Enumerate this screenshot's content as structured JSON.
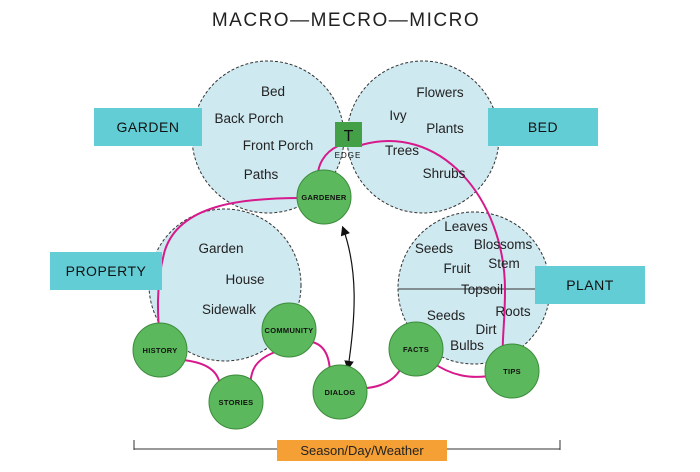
{
  "title": "MACRO—MECRO—MICRO",
  "colors": {
    "bubble_fill": "#cfe9f1",
    "label_box": "#63cdd6",
    "node_fill": "#5cb85c",
    "node_stroke": "#3c8c3c",
    "link": "#d61a8c",
    "edge_box": "#43a047",
    "bottom_box": "#f5a034"
  },
  "bubbles": {
    "garden": {
      "label": "GARDEN",
      "words": [
        "Bed",
        "Back Porch",
        "Front Porch",
        "Paths"
      ]
    },
    "bed": {
      "label": "BED",
      "words": [
        "Flowers",
        "Ivy",
        "Plants",
        "Trees",
        "Shrubs"
      ]
    },
    "property": {
      "label": "PROPERTY",
      "words": [
        "Garden",
        "House",
        "Sidewalk"
      ]
    },
    "plant": {
      "label": "PLANT",
      "words": [
        "Leaves",
        "Seeds",
        "Blossoms",
        "Fruit",
        "Stem",
        "Topsoil",
        "Seeds",
        "Roots",
        "Dirt",
        "Bulbs"
      ]
    }
  },
  "edge": {
    "letter": "T",
    "label": "EDGE"
  },
  "nodes": {
    "gardener": "GARDENER",
    "community": "COMMUNITY",
    "history": "HISTORY",
    "stories": "STORIES",
    "dialog": "DIALOG",
    "facts": "FACTS",
    "tips": "TIPS"
  },
  "bottom": {
    "label": "Season/Day/Weather"
  }
}
